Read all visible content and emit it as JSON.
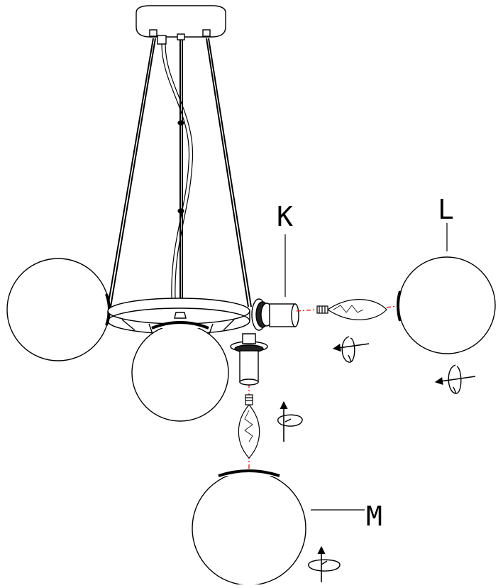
{
  "diagram": {
    "labels": {
      "k": "K",
      "l": "L",
      "m": "M"
    },
    "colors": {
      "line": "#000000",
      "guide": "#e0201c",
      "fill": "#ffffff",
      "shade": "#222222"
    },
    "icons": [
      "ceiling-canopy-icon",
      "globe-shade-icon",
      "light-bulb-icon",
      "rotate-arrow-icon",
      "socket-icon"
    ]
  }
}
